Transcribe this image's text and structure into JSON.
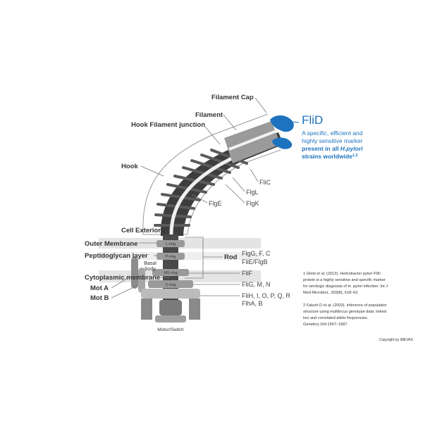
{
  "colors": {
    "accent": "#1e73be",
    "membrane": "#e3e3e3",
    "dark_hook": "#3a3a3a",
    "motor": "#8c8c8c",
    "text": "#333333"
  },
  "labels": {
    "filament_cap": "Filament Cap",
    "filament": "Filament",
    "hook_filament_junction": "Hook Filament  junction",
    "hook": "Hook",
    "cell_exterior": "Cell Exterior",
    "outer_membrane": "Outer Membrane",
    "peptidoglycan_layer": "Peptidoglycan layer",
    "cytoplasmic_membrane": "Cytoplasmic membrane",
    "mot_a": "Mot A",
    "mot_b": "Mot B",
    "rod": "Rod",
    "basal_body_1": "Basal",
    "basal_body_2": "body",
    "motor_switch": "Motor/Switch"
  },
  "rings": {
    "l_ring": "L-ring",
    "p_ring": "P-ring",
    "ms_ring": "MS-ring",
    "c_ring": "C-ring"
  },
  "proteins": {
    "flic": "FliC",
    "flgl": "FlgL",
    "flgk": "FlgK",
    "flge": "FlgE",
    "rod_1": "FlgG, F, C",
    "rod_2": "FliE/FlgB",
    "flif": "FliF",
    "flig": "FliG, M, N",
    "flih_1": "FliH, I, O, P, Q, R",
    "flih_2": "FlhA, B"
  },
  "flid": {
    "title": "FliD",
    "line1": "A specific, efficient and",
    "line2": "highly sensitive marker",
    "line3_prefix": "present in all ",
    "line3_italic": "H.pylori",
    "line4": "strains worldwide",
    "sup": "1,2"
  },
  "references": {
    "ref1_1": "1 Gholi et al. (2013). Helicobacter pylori FliD",
    "ref1_2": "protein is a highly sensitive and specific marker",
    "ref1_3": "for serologic diagnosis of H. pylori infection. Int J",
    "ref1_4": "Med Microbiol., 303(8), 618–62.",
    "ref2_1": "2 Falush D et al. (2003). Inference of population",
    "ref2_2": "structure using multilocus genotype data: linked",
    "ref2_3": "loci and correlated allele frequencies.",
    "ref2_4": "Genetics;164:1567–1587."
  },
  "copyright": "Copyright by IMEVAX"
}
